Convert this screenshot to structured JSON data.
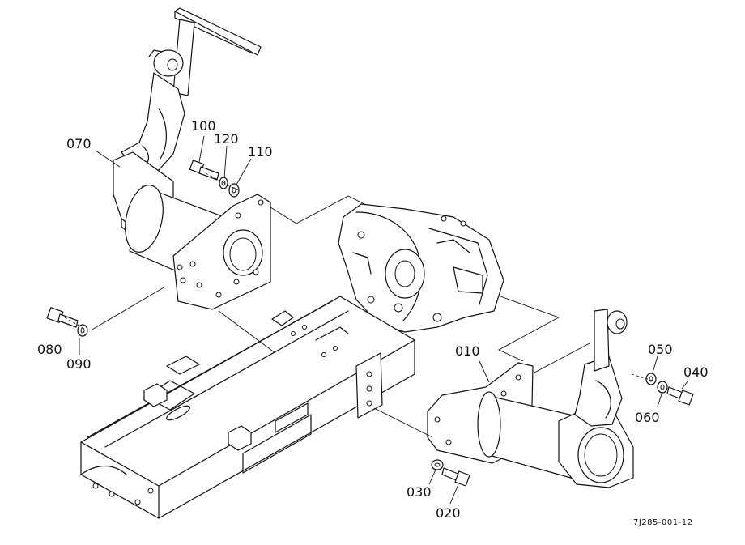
{
  "diagram": {
    "figure_code": "7J285-001-12",
    "parts": [
      {
        "id": "010",
        "label": "010"
      },
      {
        "id": "020",
        "label": "020"
      },
      {
        "id": "030",
        "label": "030"
      },
      {
        "id": "040",
        "label": "040"
      },
      {
        "id": "050",
        "label": "050"
      },
      {
        "id": "060",
        "label": "060"
      },
      {
        "id": "070",
        "label": "070"
      },
      {
        "id": "080",
        "label": "080"
      },
      {
        "id": "090",
        "label": "090"
      },
      {
        "id": "100",
        "label": "100"
      },
      {
        "id": "110",
        "label": "110"
      },
      {
        "id": "120",
        "label": "120"
      }
    ]
  }
}
